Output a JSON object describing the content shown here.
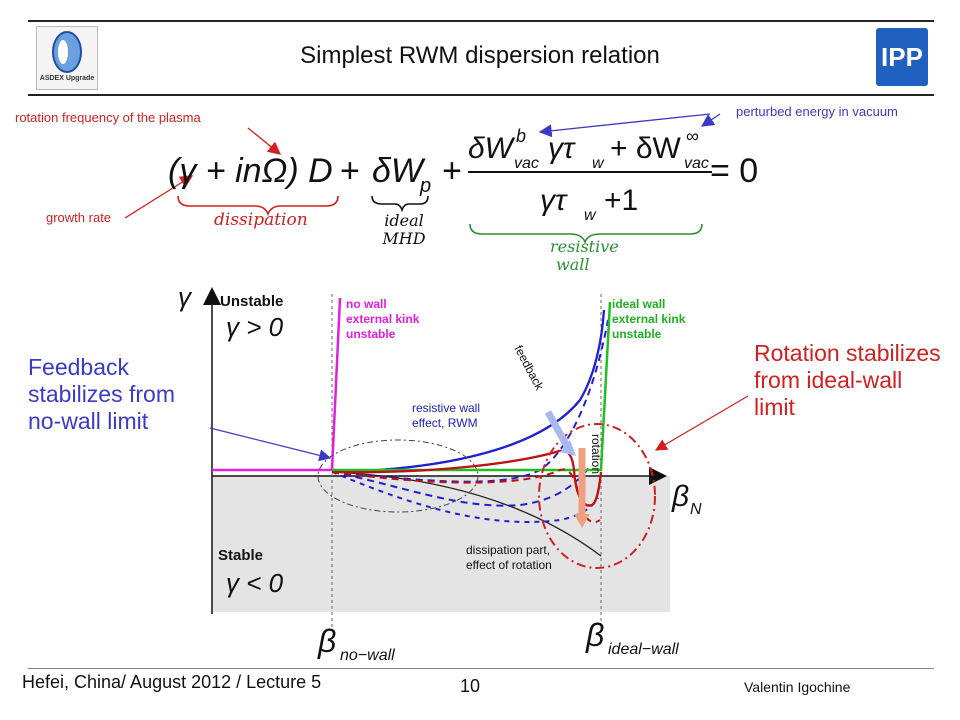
{
  "header": {
    "title": "Simplest RWM dispersion relation",
    "left_logo_text": "ASDEX Upgrade",
    "right_logo_text": "IPP"
  },
  "annotations": {
    "rotation_frequency": "rotation frequency of the plasma",
    "growth_rate": "growth rate",
    "perturbed_energy": "perturbed energy in vacuum",
    "feedback_note": "Feedback stabilizes from no-wall limit",
    "rotation_note": "Rotation stabilizes from ideal-wall limit"
  },
  "equation": {
    "dissipation_label": "dissipation",
    "ideal_mhd_label_1": "ideal",
    "ideal_mhd_label_2": "MHD",
    "resistive_wall_label_1": "resistive",
    "resistive_wall_label_2": "wall"
  },
  "diagram": {
    "y_axis_symbol": "γ",
    "unstable_label": "Unstable",
    "unstable_condition": "γ > 0",
    "stable_label": "Stable",
    "stable_condition": "γ < 0",
    "x_axis_symbol": "β",
    "x_axis_subscript": "N",
    "beta_no_wall": "β",
    "beta_no_wall_sub": "no−wall",
    "beta_ideal_wall": "β",
    "beta_ideal_wall_sub": "ideal−wall",
    "no_wall_note": [
      "no wall",
      "external kink",
      "unstable"
    ],
    "ideal_wall_note": [
      "ideal wall",
      "external kink",
      "unstable"
    ],
    "resistive_note": [
      "resistive wall",
      "effect, RWM"
    ],
    "dissipation_note": [
      "dissipation part,",
      "effect of rotation"
    ],
    "feedback_arrow_label": "feedback",
    "rotation_arrow_label": "rotation",
    "colors": {
      "magenta": "#e020e0",
      "green": "#20c020",
      "blue": "#2020d0",
      "red": "#c01010",
      "stable_bg": "#e4e4e4"
    }
  },
  "footer": {
    "left": "Hefei, China/ August 2012 / Lecture 5",
    "page": "10",
    "author": "Valentin Igochine"
  }
}
